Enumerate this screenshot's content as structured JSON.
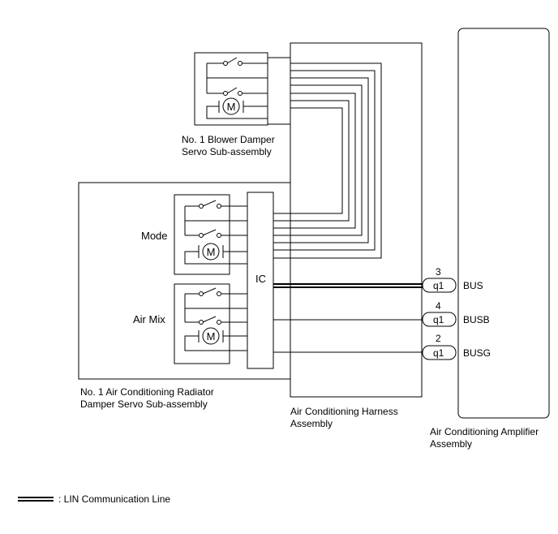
{
  "components": {
    "blower_damper": "No. 1 Blower Damper\nServo Sub-assembly",
    "radiator_damper": "No. 1 Air Conditioning Radiator\nDamper Servo Sub-assembly",
    "harness": "Air Conditioning Harness\nAssembly",
    "amplifier": "Air Conditioning Amplifier\nAssembly",
    "ic": "IC",
    "mode": "Mode",
    "air_mix": "Air Mix",
    "motor_symbol": "M"
  },
  "terminals": [
    {
      "pin": "3",
      "connector": "q1",
      "signal": "BUS"
    },
    {
      "pin": "4",
      "connector": "q1",
      "signal": "BUSB"
    },
    {
      "pin": "2",
      "connector": "q1",
      "signal": "BUSG"
    }
  ],
  "legend": {
    "text": ": LIN Communication Line"
  }
}
